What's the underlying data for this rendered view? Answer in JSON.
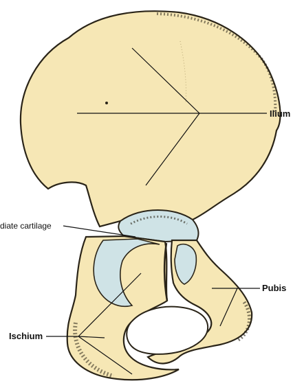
{
  "labels": {
    "ilium": "Ilium",
    "triradiate": "diate cartilage",
    "pubis": "Pubis",
    "ischium": "Ischium"
  },
  "colors": {
    "bone": "#f6e7b5",
    "outline": "#2a2418",
    "cartilage": "#cfe3e6",
    "shade": "#b9a876"
  }
}
